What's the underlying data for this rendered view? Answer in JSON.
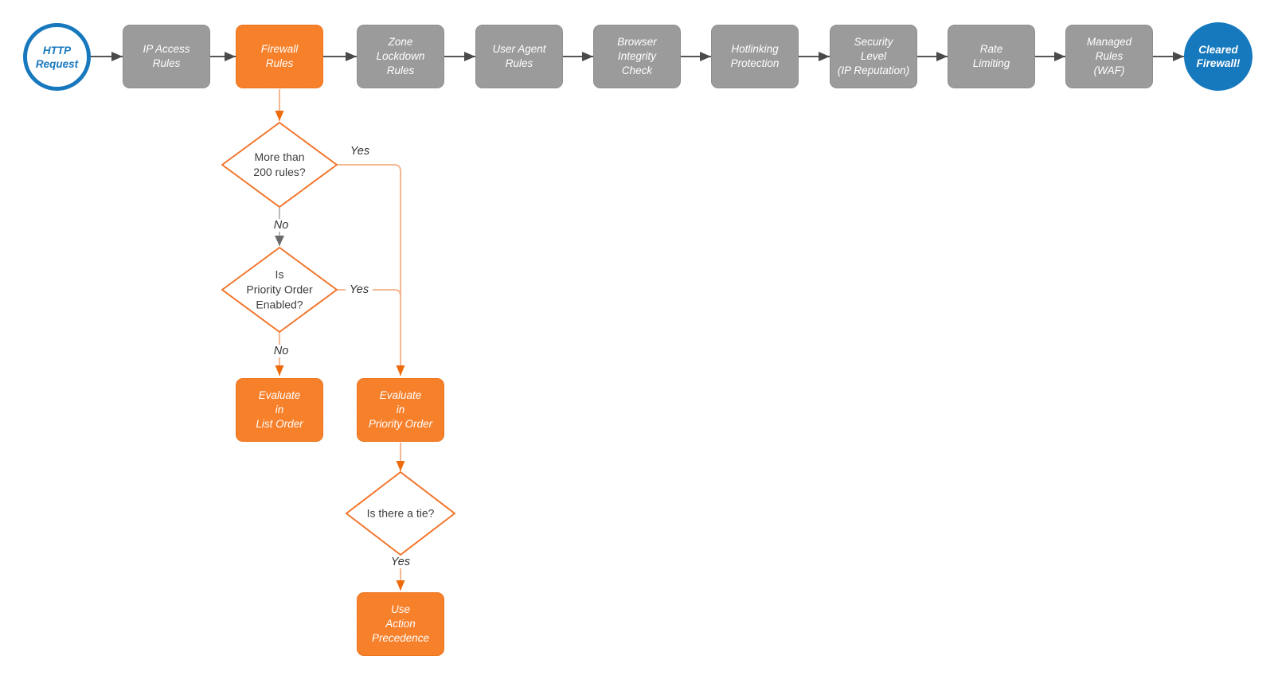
{
  "colors": {
    "accent_orange": "#F7802B",
    "node_gray": "#9B9B9B",
    "brand_blue": "#1878BE",
    "connector_salmon": "#F5AE85",
    "connector_gray": "#565656"
  },
  "pipeline": {
    "start_label": "HTTP\nRequest",
    "end_label": "Cleared\nFirewall!",
    "stages": [
      {
        "label": "IP Access\nRules"
      },
      {
        "label": "Firewall\nRules"
      },
      {
        "label": "Zone\nLockdown\nRules"
      },
      {
        "label": "User Agent\nRules"
      },
      {
        "label": "Browser\nIntegrity\nCheck"
      },
      {
        "label": "Hotlinking\nProtection"
      },
      {
        "label": "Security\nLevel\n(IP Reputation)"
      },
      {
        "label": "Rate\nLimiting"
      },
      {
        "label": "Managed\nRules\n(WAF)"
      }
    ]
  },
  "branch": {
    "decision_rules_count": {
      "question": "More than\n200 rules?",
      "yes_label": "Yes",
      "no_label": "No"
    },
    "decision_priority_enabled": {
      "question": "Is\nPriority Order\nEnabled?",
      "yes_label": "Yes",
      "no_label": "No"
    },
    "decision_tie": {
      "question": "Is there a tie?",
      "yes_label": "Yes"
    },
    "evaluate_list_order": "Evaluate\nin\nList Order",
    "evaluate_priority_order": "Evaluate\nin\nPriority Order",
    "use_action_precedence": "Use\nAction\nPrecedence"
  }
}
